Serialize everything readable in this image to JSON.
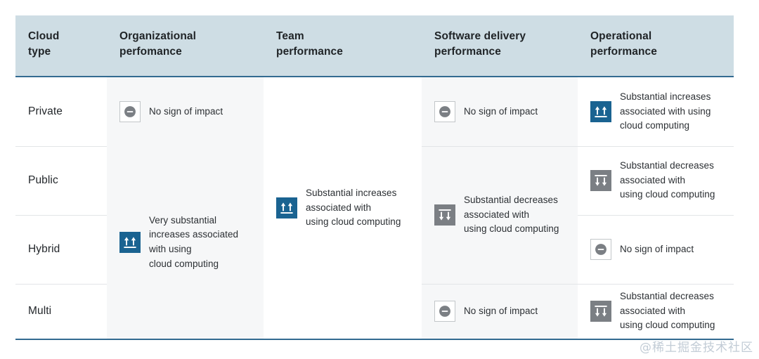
{
  "table": {
    "headers": [
      {
        "id": "cloud-type",
        "lines": [
          "Cloud",
          "type"
        ]
      },
      {
        "id": "organizational-performance",
        "lines": [
          "Organizational",
          "perfomance"
        ]
      },
      {
        "id": "team-performance",
        "lines": [
          "Team",
          "performance"
        ]
      },
      {
        "id": "software-delivery-performance",
        "lines": [
          "Software delivery",
          "performance"
        ]
      },
      {
        "id": "operational-performance",
        "lines": [
          "Operational",
          "performance"
        ]
      }
    ],
    "rows": [
      {
        "id": "private",
        "label": "Private"
      },
      {
        "id": "public",
        "label": "Public"
      },
      {
        "id": "hybrid",
        "label": "Hybrid"
      },
      {
        "id": "multi",
        "label": "Multi"
      }
    ],
    "cells": {
      "organizational": {
        "private": {
          "icon": "no-impact-icon",
          "lines": [
            "No sign of impact"
          ]
        },
        "public_hybrid_multi": {
          "icon": "double-up-arrow-icon",
          "lines": [
            "Very substantial",
            "increases associated",
            "with using",
            "cloud computing"
          ]
        }
      },
      "team": {
        "all": {
          "icon": "double-up-arrow-icon",
          "lines": [
            "Substantial increases",
            "associated with",
            "using cloud computing"
          ]
        }
      },
      "software_delivery": {
        "private": {
          "icon": "no-impact-icon",
          "lines": [
            "No sign of impact"
          ]
        },
        "public_hybrid": {
          "icon": "double-down-arrow-icon",
          "lines": [
            "Substantial decreases",
            "associated with",
            "using cloud computing"
          ]
        },
        "multi": {
          "icon": "no-impact-icon",
          "lines": [
            "No sign of impact"
          ]
        }
      },
      "operational": {
        "private": {
          "icon": "double-up-arrow-icon",
          "lines": [
            "Substantial increases",
            "associated with using",
            "cloud computing"
          ]
        },
        "public": {
          "icon": "double-down-arrow-icon",
          "lines": [
            "Substantial decreases",
            "associated with",
            "using cloud computing"
          ]
        },
        "hybrid": {
          "icon": "no-impact-icon",
          "lines": [
            "No sign of impact"
          ]
        },
        "multi": {
          "icon": "double-down-arrow-icon",
          "lines": [
            "Substantial decreases",
            "associated with",
            "using cloud computing"
          ]
        }
      }
    }
  },
  "colors": {
    "header_background": "#cedde4",
    "header_rule": "#336b91",
    "shaded_column": "#f6f7f8",
    "increase_icon": "#1a6391",
    "decrease_icon": "#7b7f84",
    "neutral_icon_border": "#c2c6c9",
    "row_divider": "#e2e5e7"
  },
  "watermark": {
    "text": "@稀土掘金技术社区"
  }
}
